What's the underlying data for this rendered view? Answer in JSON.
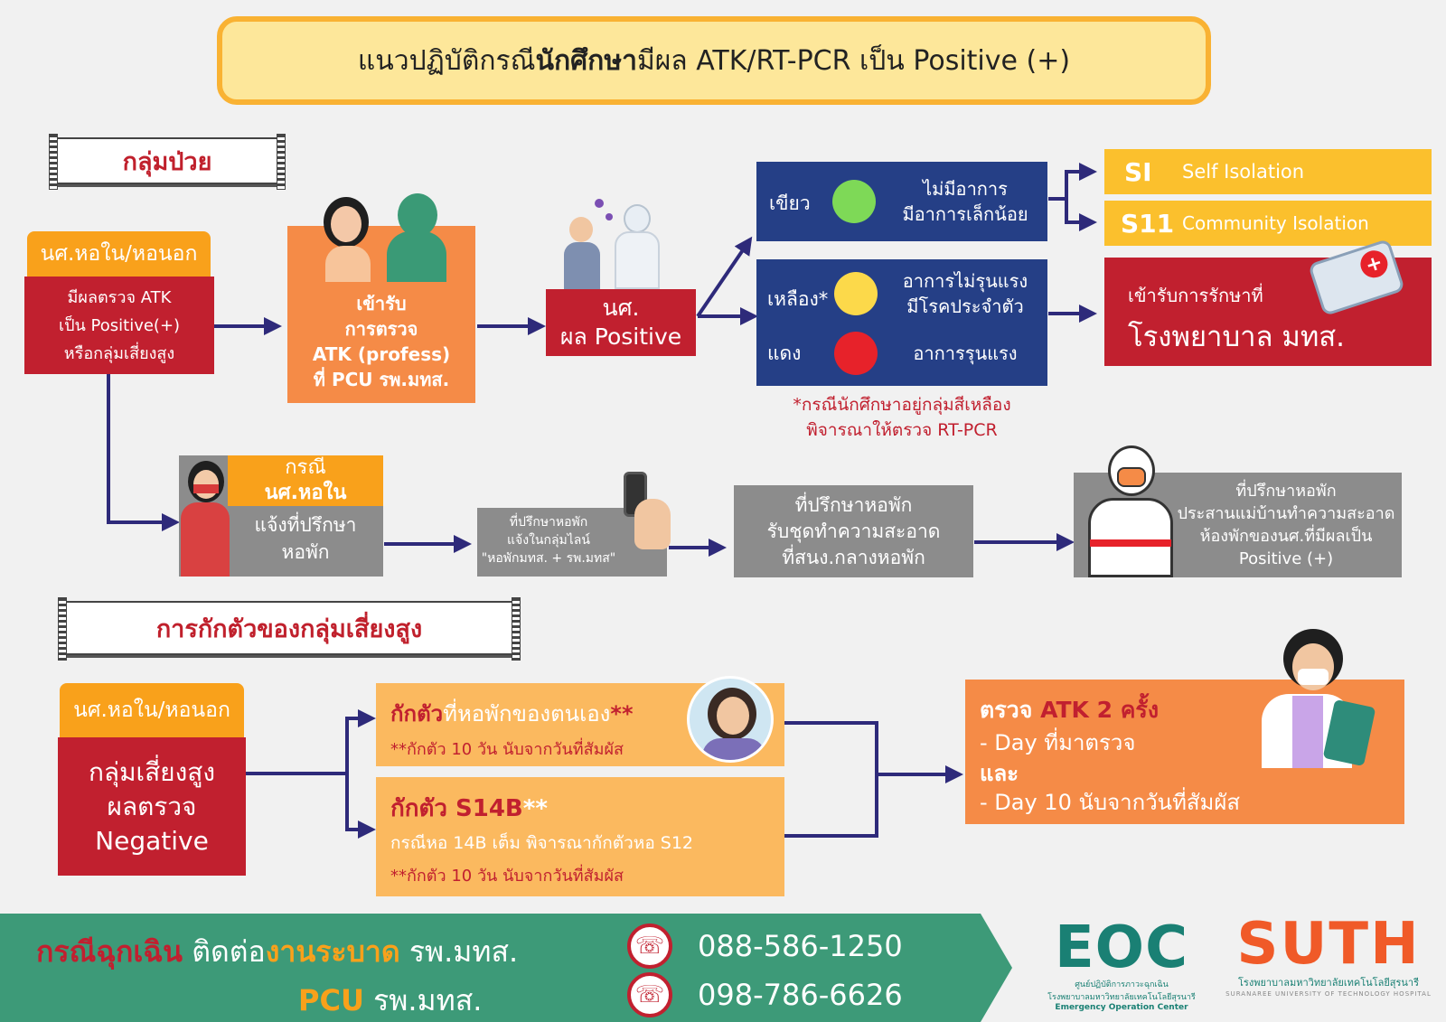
{
  "title": {
    "pre": "แนวปฏิบัติกรณี",
    "bold": "นักศึกษา",
    "post": "มีผล ATK/RT-PCR เป็น Positive (+)"
  },
  "sick_group": {
    "banner": "กลุ่มป่วย",
    "start": {
      "tag": "นศ.หอใน/หอนอก",
      "line1": "มีผลตรวจ ATK",
      "line2": "เป็น Positive(+)",
      "line3": "หรือกลุ่มเสี่ยงสูง"
    },
    "test": {
      "line1": "เข้ารับ",
      "line2": "การตรวจ",
      "line3": "ATK (profess)",
      "line4": "ที่ PCU รพ.มทส."
    },
    "positive": {
      "line1": "นศ.",
      "line2": "ผล Positive"
    },
    "green": {
      "label": "เขียว",
      "line1": "ไม่มีอาการ",
      "line2": "มีอาการเล็กน้อย",
      "color": "#7ed957"
    },
    "yellow": {
      "label": "เหลือง*",
      "line1": "อาการไม่รุนแรง",
      "line2": "มีโรคประจำตัว",
      "color": "#fcd94a"
    },
    "red": {
      "label": "แดง",
      "line1": "อาการรุนแรง",
      "color": "#e7222a"
    },
    "note1": "*กรณีนักศึกษาอยู่กลุ่มสีเหลือง",
    "note2": "พิจารณาให้ตรวจ RT-PCR",
    "si": {
      "code": "SI",
      "text": "Self  Isolation"
    },
    "s11": {
      "code": "S11",
      "text": "Community Isolation"
    },
    "hospital": {
      "line1": "เข้ารับการรักษาที่",
      "line2": "โรงพยาบาล มทส."
    }
  },
  "dorm_flow": {
    "case": {
      "line1": "กรณี",
      "line2": "นศ.หอใน",
      "line3": "แจ้งที่ปรึกษา",
      "line4": "หอพัก"
    },
    "notify": {
      "line1": "ที่ปรึกษาหอพัก",
      "line2": "แจ้งในกลุ่มไลน์",
      "line3": "\"หอพักมทส. + รพ.มทส\""
    },
    "kit": {
      "line1": "ที่ปรึกษาหอพัก",
      "line2": "รับชุดทำความสะอาด",
      "line3": "ที่สนง.กลางหอพัก"
    },
    "clean": {
      "line1": "ที่ปรึกษาหอพัก",
      "line2": "ประสานแม่บ้านทำความสะอาด",
      "line3": "ห้องพักของนศ.ที่มีผลเป็น",
      "line4": "Positive (+)"
    }
  },
  "quarantine": {
    "banner": "การกักตัวของกลุ่มเสี่ยงสูง",
    "start": {
      "tag": "นศ.หอใน/หอนอก",
      "line1": "กลุ่มเสี่ยงสูง",
      "line2": "ผลตรวจ",
      "line3": "Negative"
    },
    "opt1": {
      "bold": "กักตัว",
      "rest": "ที่หอพักของตนเอง",
      "stars": "**",
      "note": "**กักตัว 10 วัน นับจากวันที่สัมผัส"
    },
    "opt2": {
      "bold": "กักตัว S14B",
      "stars": "**",
      "line2": "กรณีหอ 14B เต็ม  พิจารณากักตัวหอ S12",
      "note": "**กักตัว 10 วัน นับจากวันที่สัมผัส"
    },
    "atk": {
      "pre": "ตรวจ ",
      "hl": "ATK 2 ครั้ง",
      "line1": "- Day ที่มาตรวจ",
      "line2": "และ",
      "line3": "- Day 10 นับจากวันที่สัมผัส"
    }
  },
  "footer": {
    "emergency": "กรณีฉุกเฉิน",
    "contact": " ติดต่อ",
    "dept": "งานระบาด",
    "hosp": " รพ.มทส.",
    "pcu": "PCU",
    "pcu_rest": " รพ.มทส.",
    "phone1": "088-586-1250",
    "phone2": "098-786-6626",
    "eoc": "EOC",
    "eoc_sub1": "ศูนย์ปฏิบัติการภาวะฉุกเฉิน",
    "eoc_sub2": "โรงพยาบาลมหาวิทยาลัยเทคโนโลยีสุรนารี",
    "eoc_sub3": "Emergency Operation Center",
    "suth": "SUTH",
    "suth_sub1": "โรงพยาบาลมหาวิทยาลัยเทคโนโลยีสุรนารี",
    "suth_sub2": "SURANAREE UNIVERSITY OF TECHNOLOGY HOSPITAL"
  }
}
